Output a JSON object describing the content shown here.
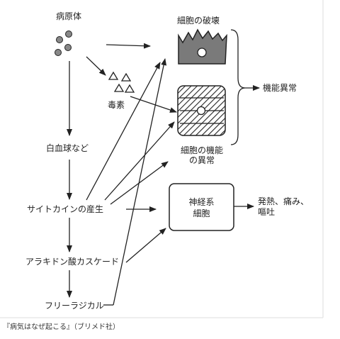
{
  "nodes": {
    "pathogen": "病原体",
    "toxin": "毒素",
    "leukocytes": "白血球など",
    "cytokine": "サイトカインの産生",
    "arachidonic": "アラキドン酸カスケード",
    "free_radical": "フリーラジカル",
    "cell_destruction": "細胞の破壊",
    "cell_dysfunction_line1": "細胞の機能",
    "cell_dysfunction_line2": "の異常",
    "nervous_line1": "神経系",
    "nervous_line2": "細胞",
    "organ_dysfunction": "機能異常",
    "symptoms_line1": "発熱、痛み、",
    "symptoms_line2": "嘔吐"
  },
  "caption": "『病気はなぜ起こる』（ブリメド社）",
  "colors": {
    "ink": "#222222",
    "cell_fill": "#7a7a7a",
    "background": "#ffffff"
  }
}
